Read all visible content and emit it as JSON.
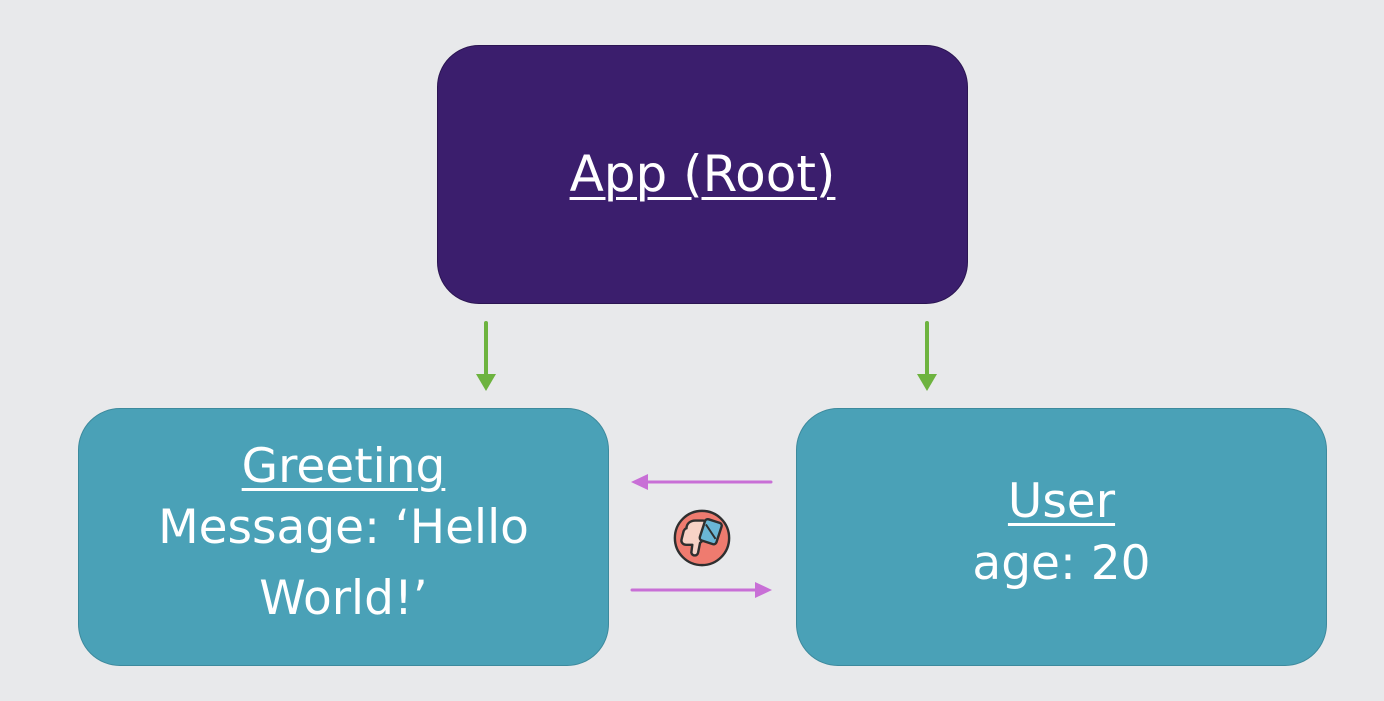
{
  "diagram": {
    "root": {
      "title": "App (Root)"
    },
    "greeting": {
      "title": "Greeting",
      "line1": "Message: ‘Hello",
      "line2": "World!’"
    },
    "user": {
      "title": "User",
      "line1": "age: 20"
    },
    "icons": {
      "center": "thumbs-down-badge-icon"
    },
    "colors": {
      "background": "#e8e9eb",
      "root_fill": "#3b1e6d",
      "child_fill": "#4aa1b7",
      "down_arrow": "#6db33f",
      "side_arrow": "#c86fd6",
      "text": "#ffffff"
    }
  }
}
